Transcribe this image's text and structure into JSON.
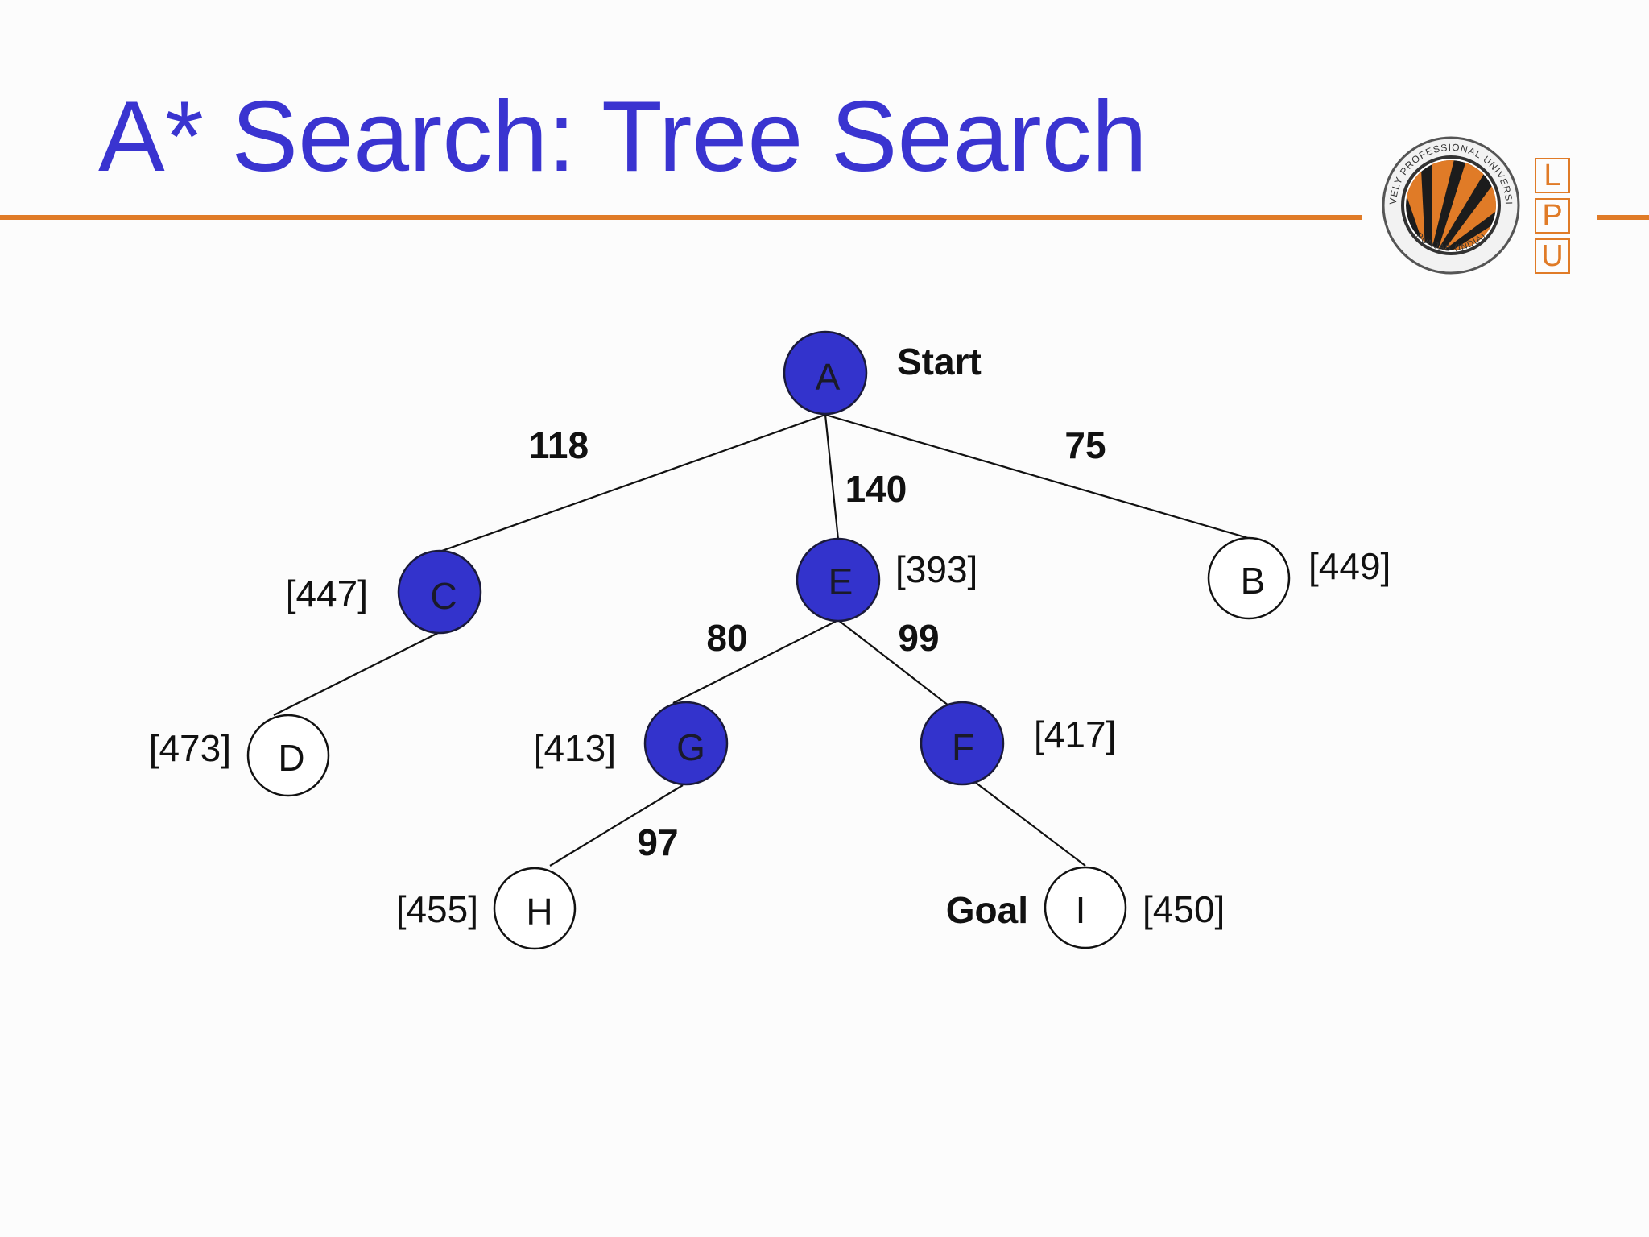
{
  "title": "A* Search: Tree Search",
  "logo": {
    "seal_top_text": "LOVELY PROFESSIONAL UNIVERSITY",
    "seal_bottom_text": "PUNJAB (INDIA)",
    "letters": [
      "L",
      "P",
      "U"
    ],
    "brand_color": "#e07b27"
  },
  "colors": {
    "title": "#3a34d0",
    "explored_node": "#3333cc",
    "rule": "#e07b27"
  },
  "tree": {
    "start_label": "Start",
    "goal_label": "Goal",
    "nodes": [
      {
        "id": "A",
        "label": "A",
        "explored": true,
        "f": ""
      },
      {
        "id": "C",
        "label": "C",
        "explored": true,
        "f": "[447]"
      },
      {
        "id": "E",
        "label": "E",
        "explored": true,
        "f": "[393]"
      },
      {
        "id": "B",
        "label": "B",
        "explored": false,
        "f": "[449]"
      },
      {
        "id": "D",
        "label": "D",
        "explored": false,
        "f": "[473]"
      },
      {
        "id": "G",
        "label": "G",
        "explored": true,
        "f": "[413]"
      },
      {
        "id": "F",
        "label": "F",
        "explored": true,
        "f": "[417]"
      },
      {
        "id": "H",
        "label": "H",
        "explored": false,
        "f": "[455]"
      },
      {
        "id": "I",
        "label": "I",
        "explored": false,
        "f": "[450]"
      }
    ],
    "edges": [
      {
        "from": "A",
        "to": "C",
        "cost": "118"
      },
      {
        "from": "A",
        "to": "E",
        "cost": "140"
      },
      {
        "from": "A",
        "to": "B",
        "cost": "75"
      },
      {
        "from": "C",
        "to": "D",
        "cost": ""
      },
      {
        "from": "E",
        "to": "G",
        "cost": "80"
      },
      {
        "from": "E",
        "to": "F",
        "cost": "99"
      },
      {
        "from": "G",
        "to": "H",
        "cost": "97"
      },
      {
        "from": "F",
        "to": "I",
        "cost": ""
      }
    ]
  }
}
